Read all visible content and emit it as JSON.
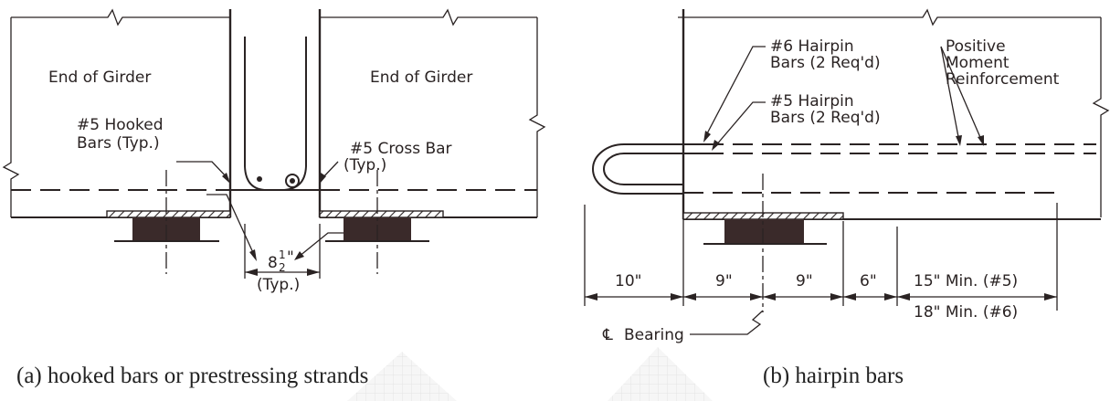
{
  "panel_a": {
    "label_end_of_girder_left": "End of Girder",
    "label_end_of_girder_right": "End of Girder",
    "label_hooked_line1": "#5 Hooked",
    "label_hooked_line2": "Bars (Typ.)",
    "label_cross_line1": "#5 Cross Bar",
    "label_cross_line2": "(Typ.)",
    "dim_gap_whole": "8",
    "dim_gap_num": "1",
    "dim_gap_den": "2",
    "dim_gap_inch": "\"",
    "dim_gap_typ": "(Typ.)",
    "caption": "(a) hooked bars or prestressing strands"
  },
  "panel_b": {
    "label_hp6_line1": "#6 Hairpin",
    "label_hp6_line2": "Bars (2 Req'd)",
    "label_hp5_line1": "#5 Hairpin",
    "label_hp5_line2": "Bars (2 Req'd)",
    "label_pos_line1": "Positive",
    "label_pos_line2": "Moment",
    "label_pos_line3": "Reinforcement",
    "dim_10": "10\"",
    "dim_9a": "9\"",
    "dim_9b": "9\"",
    "dim_6": "6\"",
    "dim_min5": "15\" Min. (#5)",
    "dim_min6": "18\" Min. (#6)",
    "cl_symbol": "℄",
    "cl_text": "Bearing",
    "caption": "(b) hairpin bars"
  }
}
